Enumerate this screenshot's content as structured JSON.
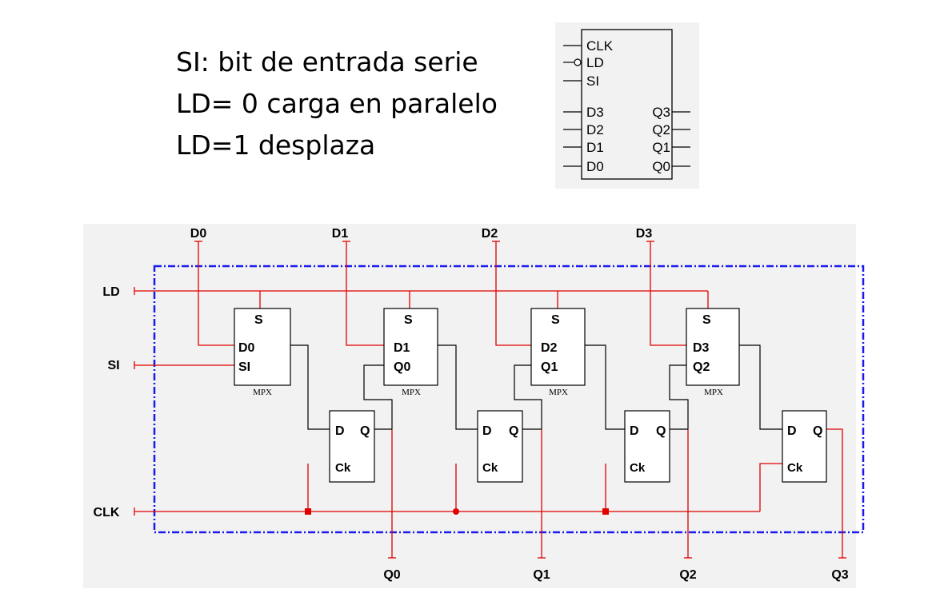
{
  "description": {
    "line1": "SI: bit de entrada serie",
    "line2": "LD= 0  carga en paralelo",
    "line3": "LD=1  desplaza"
  },
  "symbol": {
    "clk": "CLK",
    "ld": "LD",
    "si": "SI",
    "d3": "D3",
    "d2": "D2",
    "d1": "D1",
    "d0": "D0",
    "q3": "Q3",
    "q2": "Q2",
    "q1": "Q1",
    "q0": "Q0"
  },
  "circuit": {
    "inputs": {
      "ld": "LD",
      "si": "SI",
      "clk": "CLK"
    },
    "top": [
      "D0",
      "D1",
      "D2",
      "D3"
    ],
    "outputs": [
      "Q0",
      "Q1",
      "Q2",
      "Q3"
    ],
    "mux": [
      {
        "s": "S",
        "a": "D0",
        "b": "SI",
        "name": "MPX"
      },
      {
        "s": "S",
        "a": "D1",
        "b": "Q0",
        "name": "MPX"
      },
      {
        "s": "S",
        "a": "D2",
        "b": "Q1",
        "name": "MPX"
      },
      {
        "s": "S",
        "a": "D3",
        "b": "Q2",
        "name": "MPX"
      }
    ],
    "ff": {
      "d": "D",
      "q": "Q",
      "ck": "Ck"
    }
  }
}
